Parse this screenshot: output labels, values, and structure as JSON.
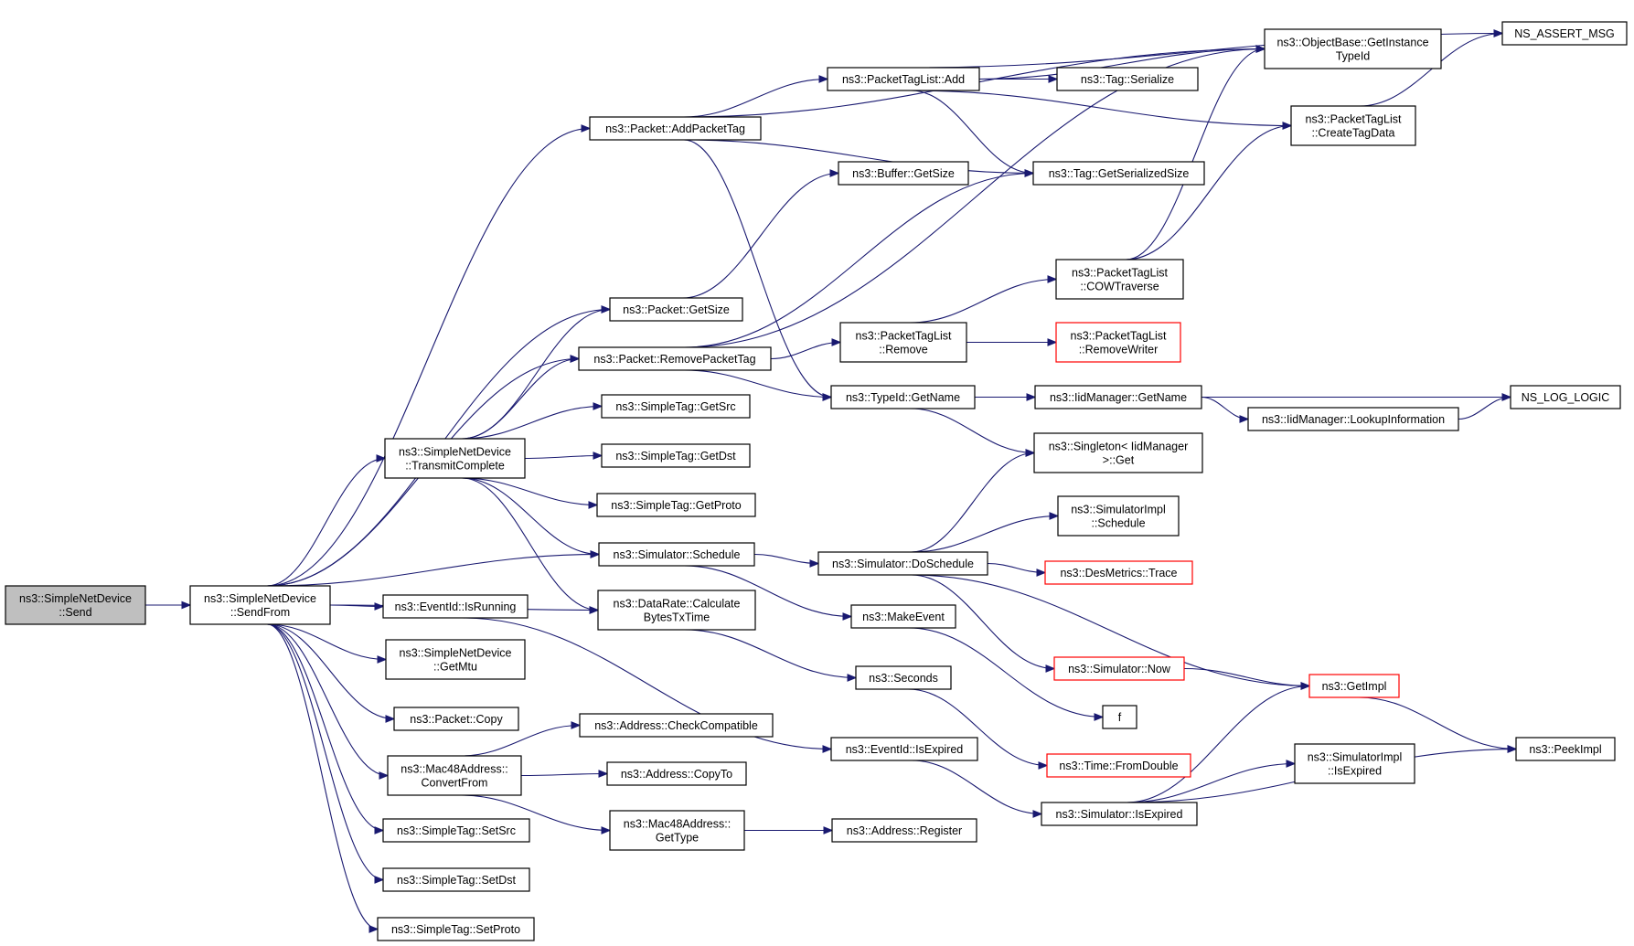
{
  "colors": {
    "edge": "#191970",
    "node_border": "#000000",
    "truncated_border": "#ff0000",
    "root_fill": "#bfbfbf",
    "node_fill": "#ffffff"
  },
  "nodes": [
    {
      "id": "send",
      "lines": [
        "ns3::SimpleNetDevice",
        "::Send"
      ],
      "style": "root"
    },
    {
      "id": "sendfrom",
      "lines": [
        "ns3::SimpleNetDevice",
        "::SendFrom"
      ]
    },
    {
      "id": "addpackettag",
      "lines": [
        "ns3::Packet::AddPacketTag"
      ]
    },
    {
      "id": "packettaglist_add",
      "lines": [
        "ns3::PacketTagList::Add"
      ]
    },
    {
      "id": "objectbase_getinstancetypeid",
      "lines": [
        "ns3::ObjectBase::GetInstance",
        "TypeId"
      ]
    },
    {
      "id": "ns_assert_msg",
      "lines": [
        "NS_ASSERT_MSG"
      ]
    },
    {
      "id": "tag_serialize",
      "lines": [
        "ns3::Tag::Serialize"
      ]
    },
    {
      "id": "createtagdata",
      "lines": [
        "ns3::PacketTagList",
        "::CreateTagData"
      ]
    },
    {
      "id": "buffer_getsize",
      "lines": [
        "ns3::Buffer::GetSize"
      ]
    },
    {
      "id": "tag_getserializedsize",
      "lines": [
        "ns3::Tag::GetSerializedSize"
      ]
    },
    {
      "id": "packet_getsize",
      "lines": [
        "ns3::Packet::GetSize"
      ]
    },
    {
      "id": "cowtraverse",
      "lines": [
        "ns3::PacketTagList",
        "::COWTraverse"
      ]
    },
    {
      "id": "removepackettag",
      "lines": [
        "ns3::Packet::RemovePacketTag"
      ]
    },
    {
      "id": "packettaglist_remove",
      "lines": [
        "ns3::PacketTagList",
        "::Remove"
      ]
    },
    {
      "id": "removewriter",
      "lines": [
        "ns3::PacketTagList",
        "::RemoveWriter"
      ],
      "style": "trunc"
    },
    {
      "id": "typeid_getname",
      "lines": [
        "ns3::TypeId::GetName"
      ]
    },
    {
      "id": "iidmanager_getname",
      "lines": [
        "ns3::IidManager::GetName"
      ]
    },
    {
      "id": "ns_log_logic",
      "lines": [
        "NS_LOG_LOGIC"
      ]
    },
    {
      "id": "lookupinformation",
      "lines": [
        "ns3::IidManager::LookupInformation"
      ]
    },
    {
      "id": "simpletag_getsrc",
      "lines": [
        "ns3::SimpleTag::GetSrc"
      ]
    },
    {
      "id": "transmitcomplete",
      "lines": [
        "ns3::SimpleNetDevice",
        "::TransmitComplete"
      ]
    },
    {
      "id": "singleton_get",
      "lines": [
        "ns3::Singleton< IidManager",
        ">::Get"
      ]
    },
    {
      "id": "simpletag_getdst",
      "lines": [
        "ns3::SimpleTag::GetDst"
      ]
    },
    {
      "id": "simpletag_getproto",
      "lines": [
        "ns3::SimpleTag::GetProto"
      ]
    },
    {
      "id": "simulatorimpl_schedule",
      "lines": [
        "ns3::SimulatorImpl",
        "::Schedule"
      ]
    },
    {
      "id": "simulator_schedule",
      "lines": [
        "ns3::Simulator::Schedule"
      ]
    },
    {
      "id": "doschedule",
      "lines": [
        "ns3::Simulator::DoSchedule"
      ]
    },
    {
      "id": "desmetrics_trace",
      "lines": [
        "ns3::DesMetrics::Trace"
      ],
      "style": "trunc"
    },
    {
      "id": "eventid_isrunning",
      "lines": [
        "ns3::EventId::IsRunning"
      ]
    },
    {
      "id": "calculatebytestxtime",
      "lines": [
        "ns3::DataRate::Calculate",
        "BytesTxTime"
      ]
    },
    {
      "id": "makeevent",
      "lines": [
        "ns3::MakeEvent"
      ]
    },
    {
      "id": "getmtu",
      "lines": [
        "ns3::SimpleNetDevice",
        "::GetMtu"
      ]
    },
    {
      "id": "simulator_now",
      "lines": [
        "ns3::Simulator::Now"
      ],
      "style": "trunc"
    },
    {
      "id": "getimpl",
      "lines": [
        "ns3::GetImpl"
      ],
      "style": "trunc"
    },
    {
      "id": "seconds",
      "lines": [
        "ns3::Seconds"
      ]
    },
    {
      "id": "packet_copy",
      "lines": [
        "ns3::Packet::Copy"
      ]
    },
    {
      "id": "f",
      "lines": [
        "f"
      ]
    },
    {
      "id": "checkcompatible",
      "lines": [
        "ns3::Address::CheckCompatible"
      ]
    },
    {
      "id": "eventid_isexpired",
      "lines": [
        "ns3::EventId::IsExpired"
      ]
    },
    {
      "id": "peekimpl",
      "lines": [
        "ns3::PeekImpl"
      ]
    },
    {
      "id": "time_fromdouble",
      "lines": [
        "ns3::Time::FromDouble"
      ],
      "style": "trunc"
    },
    {
      "id": "simulatorimpl_isexpired",
      "lines": [
        "ns3::SimulatorImpl",
        "::IsExpired"
      ]
    },
    {
      "id": "convertfrom",
      "lines": [
        "ns3::Mac48Address::",
        "ConvertFrom"
      ]
    },
    {
      "id": "address_copyto",
      "lines": [
        "ns3::Address::CopyTo"
      ]
    },
    {
      "id": "simulator_isexpired",
      "lines": [
        "ns3::Simulator::IsExpired"
      ]
    },
    {
      "id": "mac48_gettype",
      "lines": [
        "ns3::Mac48Address::",
        "GetType"
      ]
    },
    {
      "id": "address_register",
      "lines": [
        "ns3::Address::Register"
      ]
    },
    {
      "id": "simpletag_setsrc",
      "lines": [
        "ns3::SimpleTag::SetSrc"
      ]
    },
    {
      "id": "simpletag_setdst",
      "lines": [
        "ns3::SimpleTag::SetDst"
      ]
    },
    {
      "id": "simpletag_setproto",
      "lines": [
        "ns3::SimpleTag::SetProto"
      ]
    }
  ],
  "edges": [
    [
      "send",
      "sendfrom"
    ],
    [
      "sendfrom",
      "addpackettag"
    ],
    [
      "sendfrom",
      "packet_getsize"
    ],
    [
      "sendfrom",
      "removepackettag"
    ],
    [
      "sendfrom",
      "transmitcomplete"
    ],
    [
      "sendfrom",
      "simulator_schedule"
    ],
    [
      "sendfrom",
      "calculatebytestxtime"
    ],
    [
      "sendfrom",
      "eventid_isrunning"
    ],
    [
      "sendfrom",
      "getmtu"
    ],
    [
      "sendfrom",
      "packet_copy"
    ],
    [
      "sendfrom",
      "convertfrom"
    ],
    [
      "sendfrom",
      "simpletag_setsrc"
    ],
    [
      "sendfrom",
      "simpletag_setdst"
    ],
    [
      "sendfrom",
      "simpletag_setproto"
    ],
    [
      "addpackettag",
      "packettaglist_add"
    ],
    [
      "addpackettag",
      "objectbase_getinstancetypeid"
    ],
    [
      "addpackettag",
      "tag_getserializedsize"
    ],
    [
      "addpackettag",
      "typeid_getname"
    ],
    [
      "packettaglist_add",
      "ns_assert_msg"
    ],
    [
      "packettaglist_add",
      "objectbase_getinstancetypeid"
    ],
    [
      "packettaglist_add",
      "tag_serialize"
    ],
    [
      "packettaglist_add",
      "createtagdata"
    ],
    [
      "packettaglist_add",
      "tag_getserializedsize"
    ],
    [
      "createtagdata",
      "ns_assert_msg"
    ],
    [
      "packet_getsize",
      "buffer_getsize"
    ],
    [
      "removepackettag",
      "tag_getserializedsize"
    ],
    [
      "removepackettag",
      "objectbase_getinstancetypeid"
    ],
    [
      "removepackettag",
      "packettaglist_remove"
    ],
    [
      "removepackettag",
      "typeid_getname"
    ],
    [
      "packettaglist_remove",
      "cowtraverse"
    ],
    [
      "packettaglist_remove",
      "removewriter"
    ],
    [
      "cowtraverse",
      "createtagdata"
    ],
    [
      "cowtraverse",
      "objectbase_getinstancetypeid"
    ],
    [
      "typeid_getname",
      "iidmanager_getname"
    ],
    [
      "typeid_getname",
      "singleton_get"
    ],
    [
      "iidmanager_getname",
      "ns_log_logic"
    ],
    [
      "iidmanager_getname",
      "lookupinformation"
    ],
    [
      "lookupinformation",
      "ns_log_logic"
    ],
    [
      "transmitcomplete",
      "packet_getsize"
    ],
    [
      "transmitcomplete",
      "removepackettag"
    ],
    [
      "transmitcomplete",
      "simpletag_getsrc"
    ],
    [
      "transmitcomplete",
      "simpletag_getdst"
    ],
    [
      "transmitcomplete",
      "simpletag_getproto"
    ],
    [
      "transmitcomplete",
      "simulator_schedule"
    ],
    [
      "transmitcomplete",
      "calculatebytestxtime"
    ],
    [
      "simulator_schedule",
      "doschedule"
    ],
    [
      "simulator_schedule",
      "makeevent"
    ],
    [
      "doschedule",
      "singleton_get"
    ],
    [
      "doschedule",
      "simulatorimpl_schedule"
    ],
    [
      "doschedule",
      "desmetrics_trace"
    ],
    [
      "doschedule",
      "simulator_now"
    ],
    [
      "doschedule",
      "getimpl"
    ],
    [
      "simulator_now",
      "getimpl"
    ],
    [
      "makeevent",
      "f"
    ],
    [
      "calculatebytestxtime",
      "seconds"
    ],
    [
      "seconds",
      "time_fromdouble"
    ],
    [
      "eventid_isrunning",
      "eventid_isexpired"
    ],
    [
      "eventid_isexpired",
      "simulator_isexpired"
    ],
    [
      "simulator_isexpired",
      "getimpl"
    ],
    [
      "simulator_isexpired",
      "simulatorimpl_isexpired"
    ],
    [
      "simulator_isexpired",
      "peekimpl"
    ],
    [
      "getimpl",
      "peekimpl"
    ],
    [
      "convertfrom",
      "checkcompatible"
    ],
    [
      "convertfrom",
      "address_copyto"
    ],
    [
      "convertfrom",
      "mac48_gettype"
    ],
    [
      "mac48_gettype",
      "address_register"
    ]
  ]
}
